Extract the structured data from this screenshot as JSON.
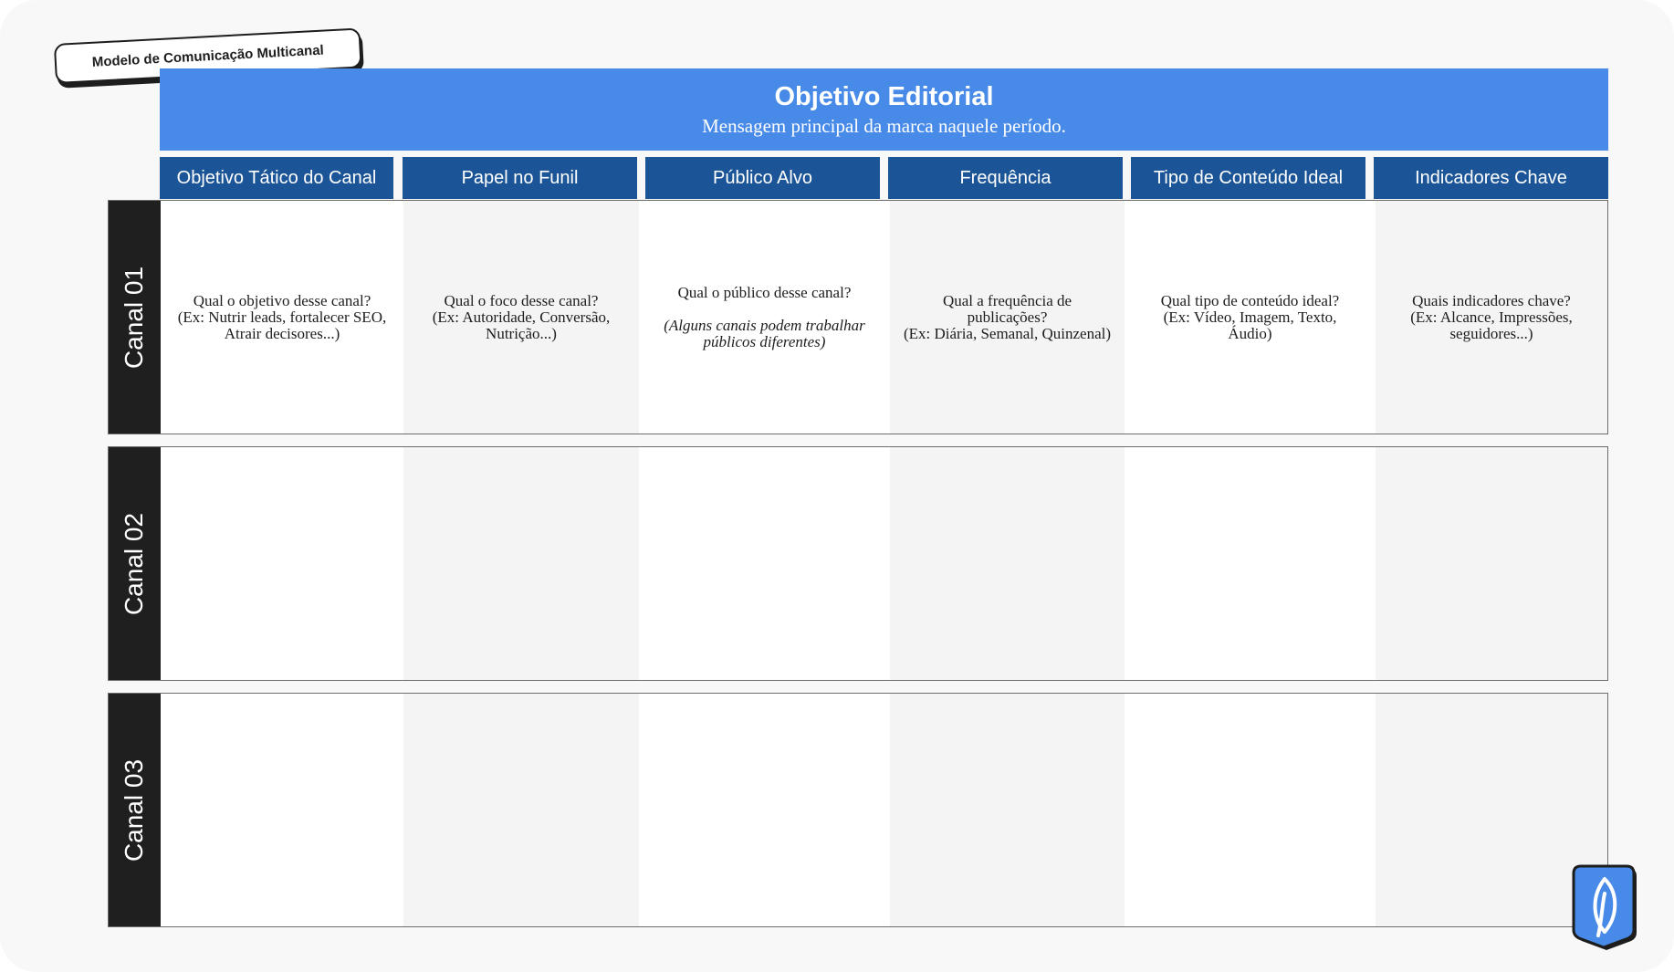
{
  "tag": {
    "label": "Modelo de Comunicação Multicanal"
  },
  "banner": {
    "title": "Objetivo Editorial",
    "subtitle": "Mensagem principal da marca naquele período."
  },
  "columns": [
    "Objetivo Tático do Canal",
    "Papel no Funil",
    "Público Alvo",
    "Frequência",
    "Tipo de Conteúdo Ideal",
    "Indicadores Chave"
  ],
  "rows": [
    {
      "label": "Canal 01",
      "cells": [
        {
          "lines": [
            "Qual o objetivo desse canal?",
            "(Ex: Nutrir leads, fortalecer SEO,",
            "Atrair decisores...)"
          ]
        },
        {
          "lines": [
            "Qual o foco desse canal?",
            "(Ex: Autoridade, Conversão,",
            "Nutrição...)"
          ]
        },
        {
          "lines": [
            "Qual o público desse canal?"
          ],
          "note": [
            "(Alguns canais podem trabalhar",
            "públicos diferentes)"
          ]
        },
        {
          "lines": [
            "Qual a frequência de",
            "publicações?",
            "(Ex: Diária, Semanal, Quinzenal)"
          ]
        },
        {
          "lines": [
            "Qual tipo de conteúdo ideal?",
            "(Ex: Vídeo, Imagem, Texto,",
            "Áudio)"
          ]
        },
        {
          "lines": [
            "Quais indicadores chave?",
            "(Ex: Alcance, Impressões,",
            "seguidores...)"
          ]
        }
      ]
    },
    {
      "label": "Canal 02",
      "cells": []
    },
    {
      "label": "Canal 03",
      "cells": []
    }
  ],
  "colors": {
    "banner": "#488ae8",
    "column_header": "#1b5597",
    "row_label": "#1f1f1f",
    "alt_cell": "#f4f4f4",
    "logo": "#488ae8"
  },
  "icons": {
    "logo": "leaf-shield-icon"
  }
}
